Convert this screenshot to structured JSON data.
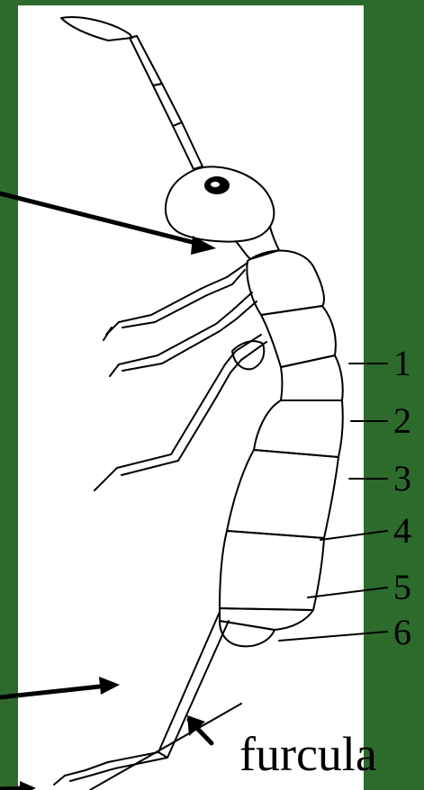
{
  "segment_labels": [
    "1",
    "2",
    "3",
    "4",
    "5",
    "6"
  ],
  "furcula_label": "furcula",
  "colors": {
    "background": "#2d6b2d",
    "paper": "#ffffff",
    "ink": "#000000"
  }
}
